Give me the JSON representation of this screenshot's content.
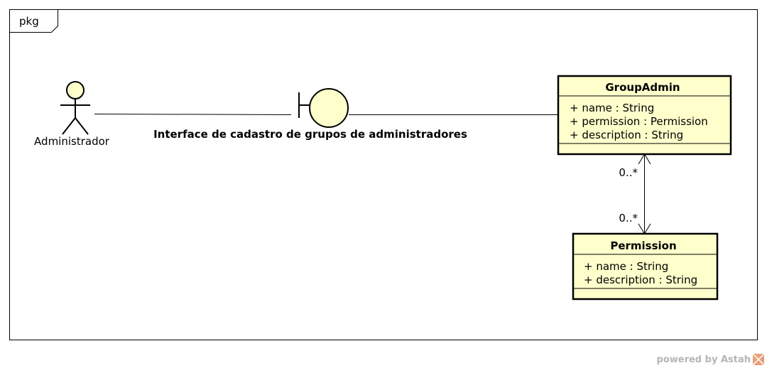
{
  "package": {
    "label": "pkg"
  },
  "actor": {
    "name": "Administrador"
  },
  "boundary": {
    "name": "Interface de cadastro de grupos de administradores"
  },
  "classes": [
    {
      "name": "GroupAdmin",
      "attributes": [
        "+ name : String",
        "+ permission : Permission",
        "+ description : String"
      ]
    },
    {
      "name": "Permission",
      "attributes": [
        "+ name : String",
        "+ description : String"
      ]
    }
  ],
  "association": {
    "end_top": "0..*",
    "end_bottom": "0..*"
  },
  "colors": {
    "fill": "#ffffcc",
    "stroke": "#000000",
    "watermark": "#b5b5b5",
    "logo": "#e8a07a"
  },
  "footer": {
    "text": "powered by Astah"
  }
}
